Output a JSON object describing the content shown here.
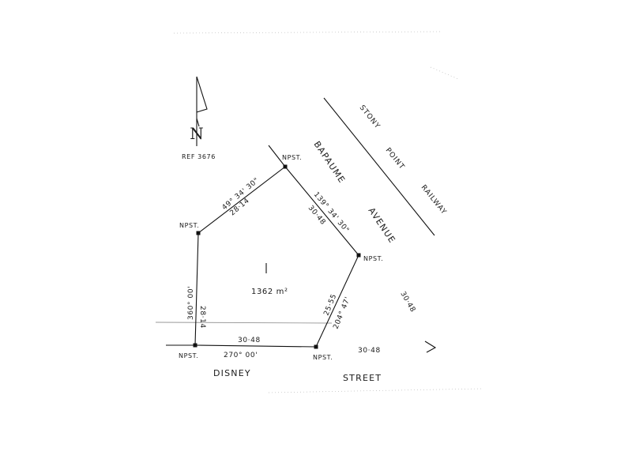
{
  "north": {
    "letter": "N",
    "ref": "REF 3676"
  },
  "lot": {
    "number": "1",
    "area": "1362 m²"
  },
  "pegs": {
    "label": "NPST."
  },
  "boundaries": {
    "west": {
      "bearing": "360° 00'",
      "distance": "28·14"
    },
    "northwest": {
      "bearing": "49° 34' 30\"",
      "distance": "28·14"
    },
    "northeast": {
      "bearing": "139° 34' 30\"",
      "distance": "30·48"
    },
    "southeast": {
      "bearing": "204° 47'",
      "distance": "25·55"
    },
    "south": {
      "bearing": "270° 00'",
      "distance": "30·48"
    }
  },
  "roads": {
    "avenue": {
      "word1": "BAPAUME",
      "word2": "AVENUE",
      "width": "30·48"
    },
    "street": {
      "word1": "DISNEY",
      "word2": "STREET",
      "width": "30·48"
    },
    "railway": {
      "word1": "STONY",
      "word2": "POINT",
      "word3": "RAILWAY"
    }
  }
}
